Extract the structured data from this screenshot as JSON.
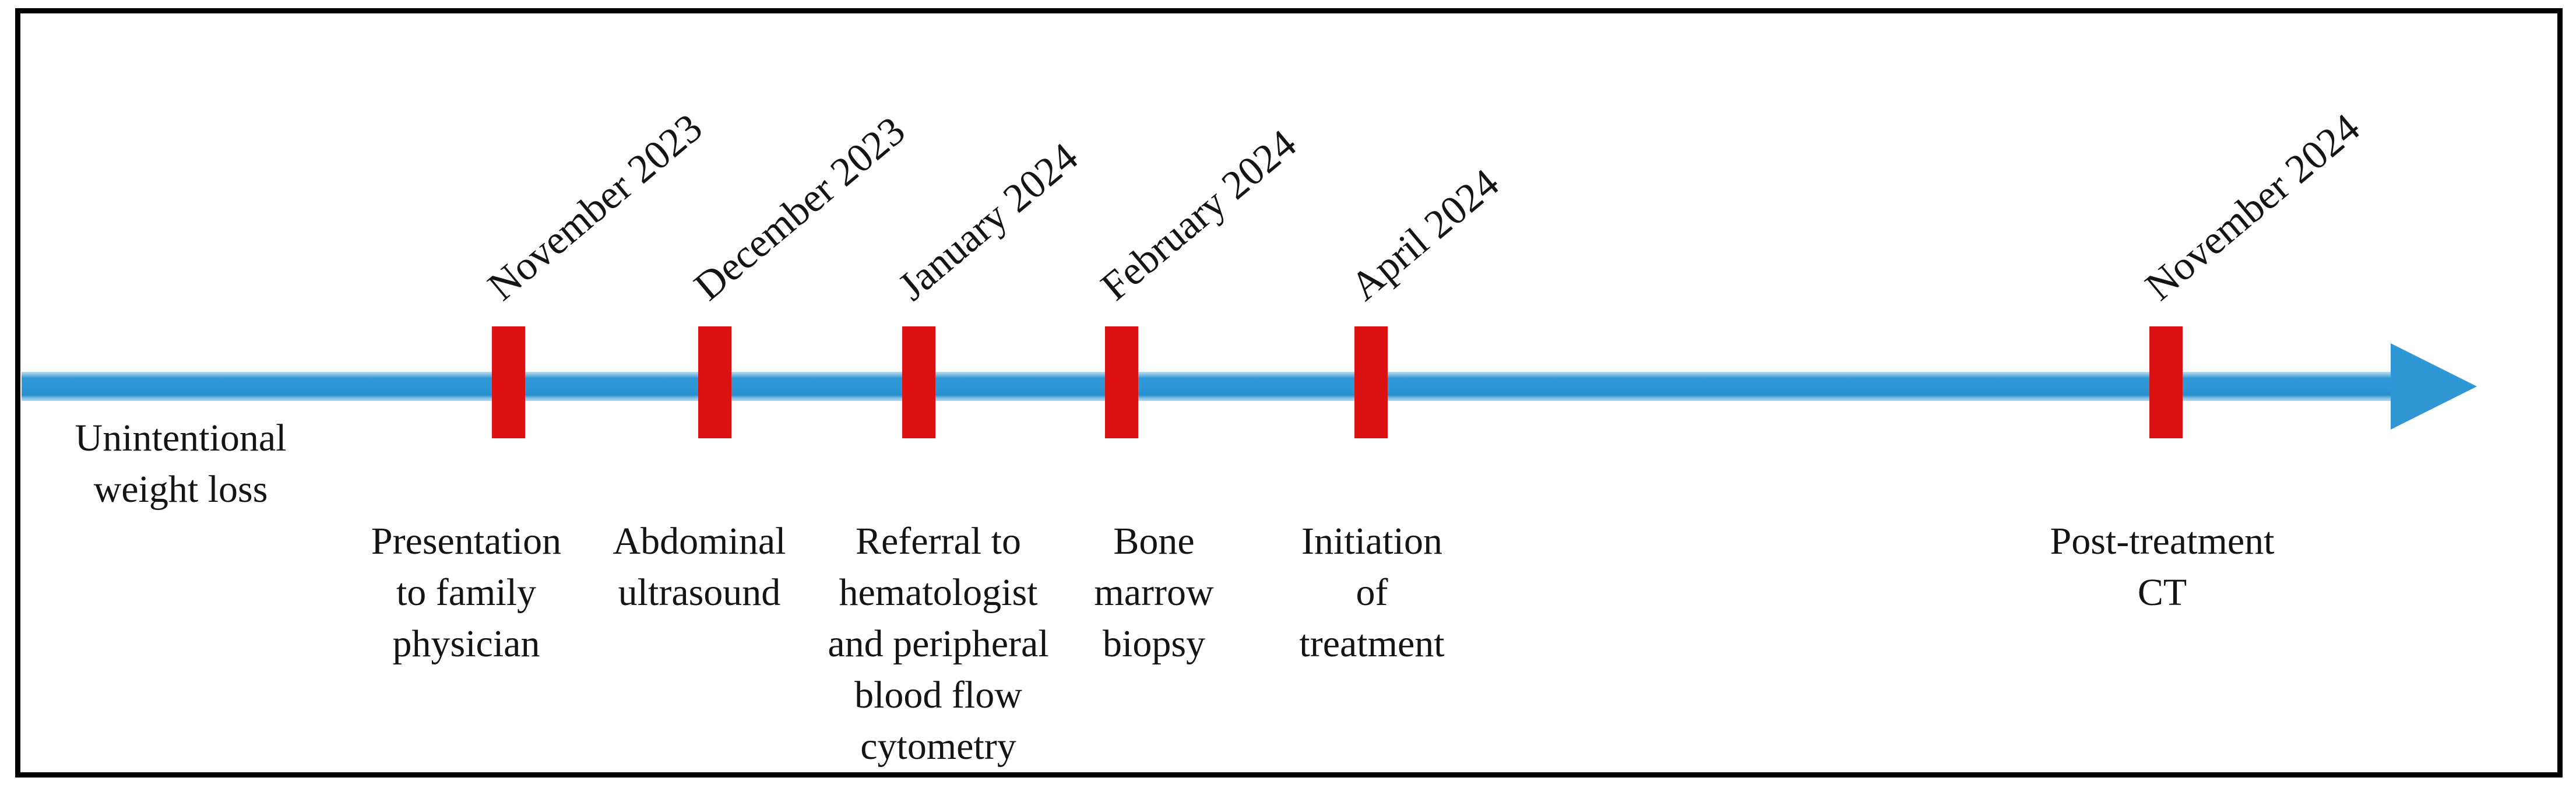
{
  "figure": {
    "type": "patient-timeline",
    "start_symptom": "Unintentional\nweight loss"
  },
  "colors": {
    "arrow_blue": "#2e97d4",
    "tick_red": "#dc1212",
    "border_black": "#000000",
    "text_black": "#141414"
  },
  "events": [
    {
      "date": "November 2023",
      "description": "Presentation\nto family\nphysician"
    },
    {
      "date": "December 2023",
      "description": "Abdominal\nultrasound"
    },
    {
      "date": "January 2024",
      "description": "Referral to\nhematologist\nand peripheral\nblood flow\ncytometry"
    },
    {
      "date": "February 2024",
      "description": "Bone\nmarrow\nbiopsy"
    },
    {
      "date": "April 2024",
      "description": "Initiation\nof\ntreatment"
    },
    {
      "date": "November 2024",
      "description": "Post-treatment\nCT"
    }
  ]
}
